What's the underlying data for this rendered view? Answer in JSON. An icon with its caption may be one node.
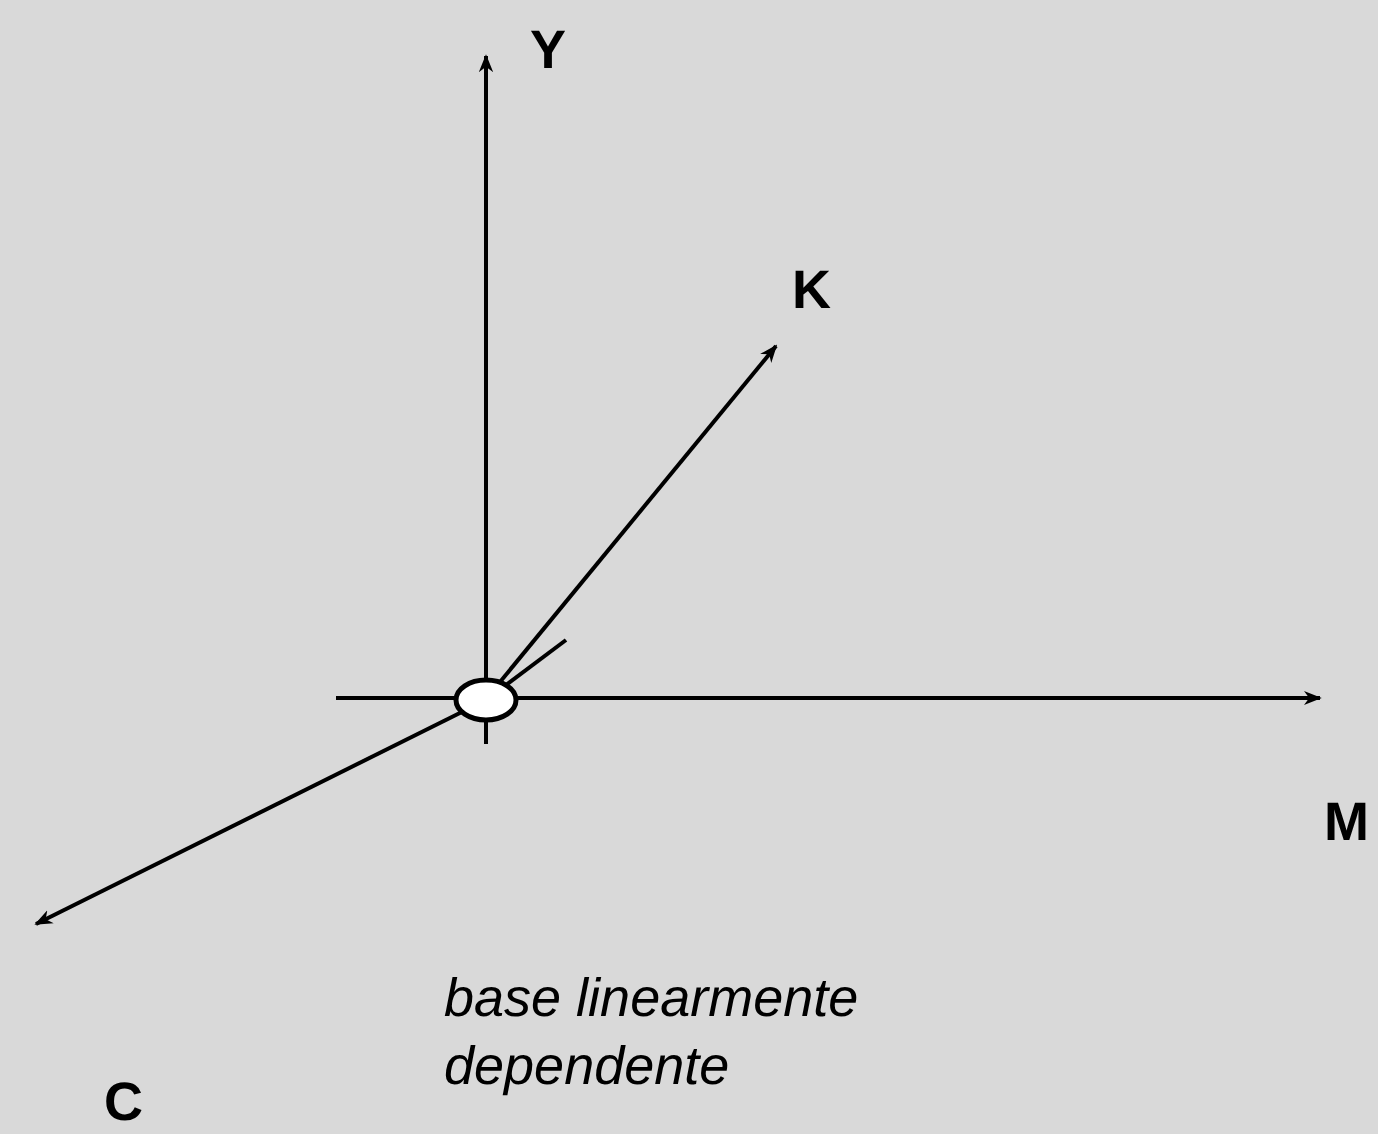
{
  "diagram": {
    "nodes": [
      {
        "text": [],
        "shape": "ellipse"
      }
    ],
    "labels": [
      "Y",
      "K",
      "M",
      "C",
      "base linearmente dependente"
    ]
  }
}
